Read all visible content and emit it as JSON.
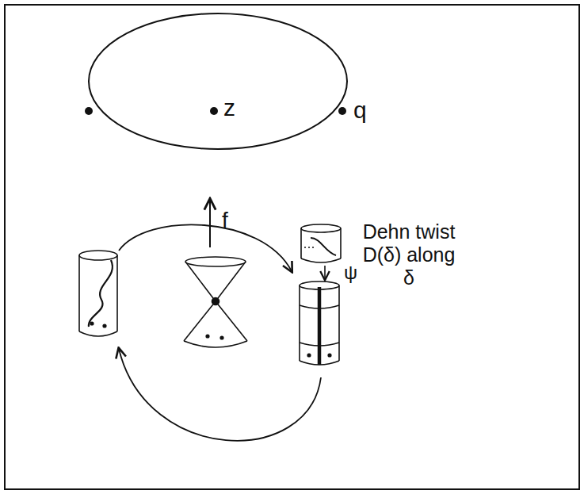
{
  "diagram": {
    "nodes": [
      {
        "text": [
          "z"
        ]
      }
    ],
    "labels": [
      "q",
      "f",
      "ψ",
      "Dehn twist D(δ) along δ"
    ]
  }
}
